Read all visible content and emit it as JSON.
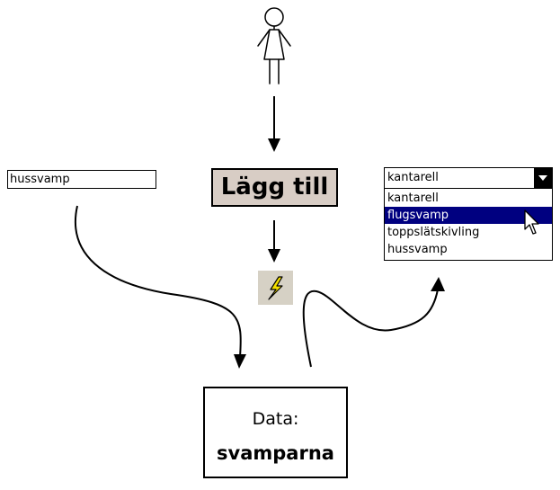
{
  "input": {
    "value": "hussvamp"
  },
  "button": {
    "label": "Lägg till"
  },
  "dropdown": {
    "selected_value": "kantarell",
    "options": [
      "kantarell",
      "flugsvamp",
      "toppslätskivling",
      "hussvamp"
    ],
    "highlighted_option": "flugsvamp"
  },
  "data_store": {
    "title": "Data:",
    "name": "svamparna"
  },
  "icons": {
    "actor": "stick-figure-icon",
    "event": "lightning-icon",
    "dropdown_toggle": "triangle-down-icon",
    "pointer": "mouse-cursor-icon"
  },
  "colors": {
    "button_background": "#d8cdc5",
    "icon_background": "#d6d1c5",
    "lightning": "#f4e000",
    "selection": "#000080"
  }
}
